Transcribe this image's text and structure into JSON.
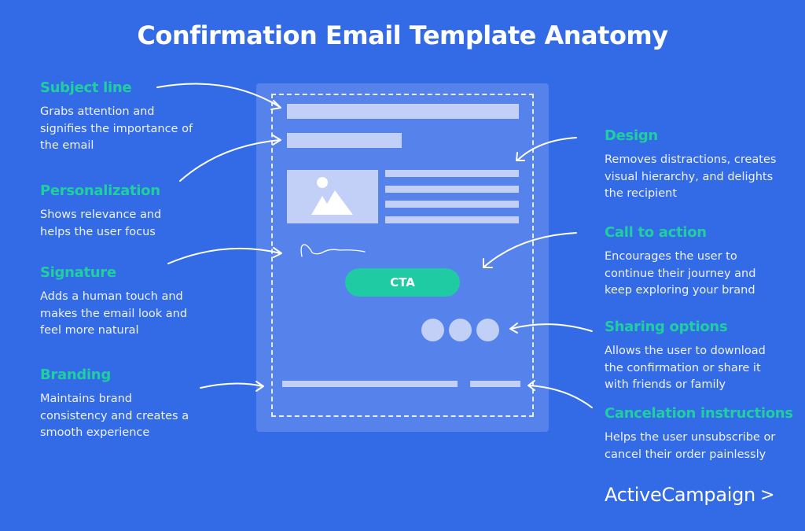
{
  "title": "Confirmation Email Template Anatomy",
  "colors": {
    "background": "#336ae6",
    "card": "#5683eb",
    "accent": "#1fcfa0",
    "placeholder": "#c2d0f8",
    "cta": "#1fcba3"
  },
  "left_labels": [
    {
      "heading": "Subject line",
      "text": "Grabs attention and signifies the importance of the email"
    },
    {
      "heading": "Personalization",
      "text": "Shows relevance and helps the user focus"
    },
    {
      "heading": "Signature",
      "text": "Adds a human touch and makes the email look and feel more natural"
    },
    {
      "heading": "Branding",
      "text": "Maintains brand consistency and creates a smooth experience"
    }
  ],
  "right_labels": [
    {
      "heading": "Design",
      "text": "Removes distractions, creates visual hierarchy, and delights the recipient"
    },
    {
      "heading": "Call to action",
      "text": "Encourages the user to continue their journey and keep exploring your brand"
    },
    {
      "heading": "Sharing options",
      "text": "Allows the user to download the confirmation or share it with friends or family"
    },
    {
      "heading": "Cancelation instructions",
      "text": "Helps the user unsubscribe or cancel their order painlessly"
    }
  ],
  "mockup": {
    "cta_label": "CTA",
    "share_icons": 3
  },
  "logo": {
    "text": "ActiveCampaign",
    "mark": ">"
  }
}
